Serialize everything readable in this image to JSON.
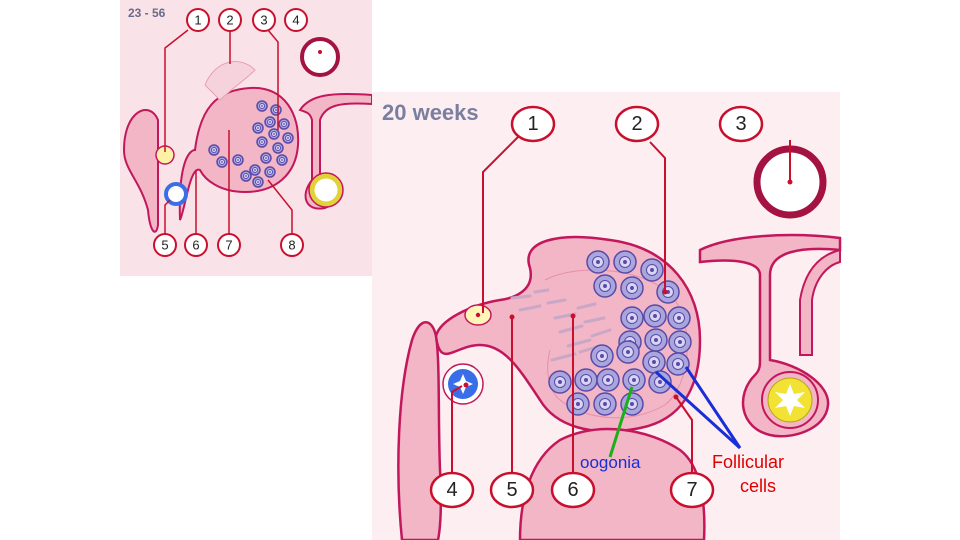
{
  "small_panel": {
    "figure_number": "23 - 56",
    "top_numbers": [
      "1",
      "2",
      "3",
      "4"
    ],
    "bottom_numbers": [
      "5",
      "6",
      "7",
      "8"
    ]
  },
  "large_panel": {
    "title": "20 weeks",
    "top_numbers": [
      "1",
      "2",
      "3"
    ],
    "bottom_numbers": [
      "4",
      "5",
      "6",
      "7"
    ]
  },
  "annotations": {
    "oogonia": "oogonia",
    "follicular_line1": "Follicular",
    "follicular_line2": "cells"
  },
  "colors": {
    "tissue_fill": "#f2b6c6",
    "tissue_stroke": "#c2185b",
    "callout": "#c8102e",
    "panel_bg_small": "#fae3e8",
    "panel_bg_large": "#fdeef1",
    "cell_fill": "#a9a6dd",
    "cell_stroke": "#5a4aa8",
    "oogonia_line": "#19b019",
    "follicular_line": "#1a2ed6",
    "follicular_text": "#e00000",
    "oogonia_text": "#1a2ed6"
  }
}
